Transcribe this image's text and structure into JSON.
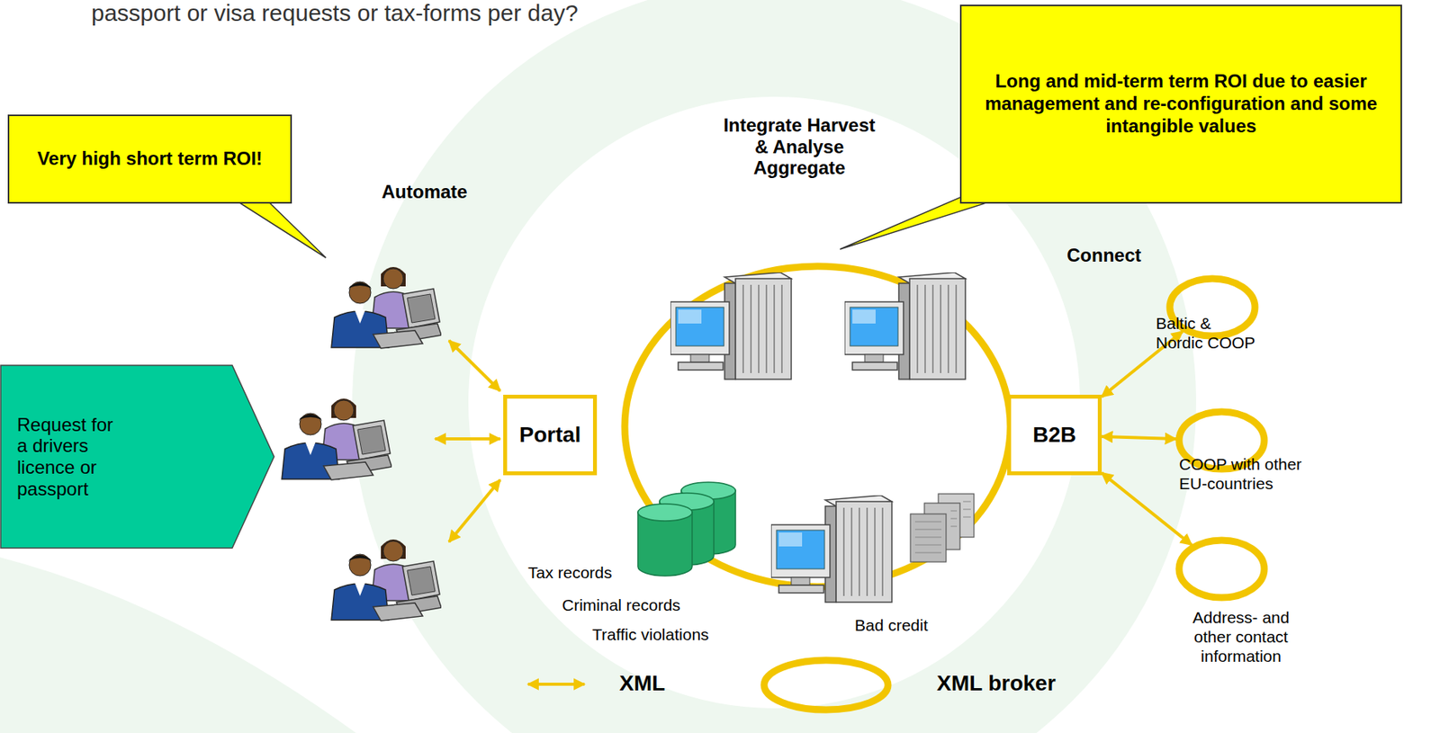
{
  "diagram": {
    "nodes": [
      {
        "text": [
          "Very high short term ROI!"
        ]
      },
      {
        "text": [
          "Long and mid-term term ROI due to easier management and re-configuration and some intangible values"
        ]
      },
      {
        "text": [
          "Request for a drivers licence or passport"
        ]
      },
      {
        "text": [
          "Portal"
        ]
      },
      {
        "text": [
          "B2B"
        ]
      },
      {
        "text": [
          "Baltic & Nordic COOP"
        ]
      },
      {
        "text": [
          "COOP with other EU-countries"
        ]
      },
      {
        "text": [
          "Address- and other contact information"
        ]
      }
    ],
    "edges": [
      {
        "from": 4,
        "to": 5,
        "arrow": "both"
      },
      {
        "from": 4,
        "to": 6,
        "arrow": "both"
      },
      {
        "from": 4,
        "to": 7,
        "arrow": "both"
      }
    ],
    "labels": [
      "passport or visa requests or tax-forms per day?",
      "Automate",
      "Integrate Harvest & Analyse Aggregate",
      "Connect",
      "Tax records",
      "Criminal records",
      "Traffic violations",
      "Bad credit"
    ],
    "legend": [
      {
        "text": "XML"
      },
      {
        "text": "XML broker"
      }
    ]
  }
}
